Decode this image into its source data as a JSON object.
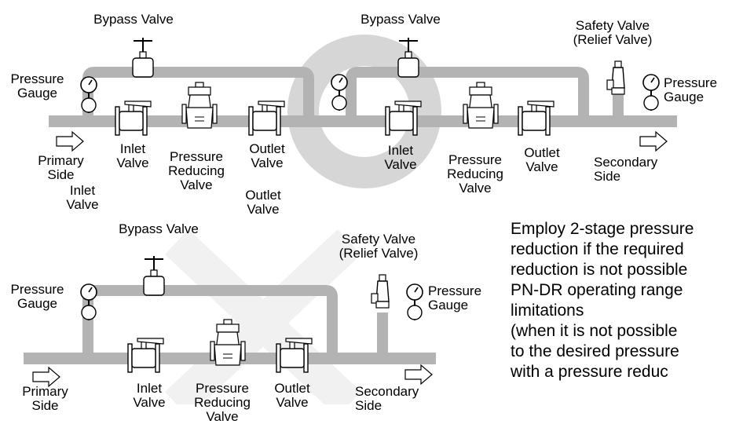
{
  "colors": {
    "pipe": "#b3b3b3",
    "ok_mark": "#d6d6d6",
    "ng_mark": "#f1f1f1",
    "outline": "#000000",
    "body": "#ffffff"
  },
  "top_diagram": {
    "verdict_icon": "circle-ok-icon",
    "labels": {
      "bypass_valve_1": "Bypass Valve",
      "bypass_valve_2": "Bypass Valve",
      "safety_valve": "Safety Valve\n(Relief Valve)",
      "pressure_gauge_1": "Pressure\nGauge",
      "pressure_gauge_2": "Pressure\nGauge",
      "primary_side": "Primary\nSide",
      "inlet_valve_1": "Inlet\nValve",
      "pressure_reducing_valve_1": "Pressure\nReducing\nValve",
      "outlet_valve_1": "Outlet\nValve",
      "inlet_valve_2": "Inlet\nValve",
      "pressure_reducing_valve_2": "Pressure\nReducing\nValve",
      "outlet_valve_2": "Outlet\nValve",
      "secondary_side": "Secondary\nSide"
    }
  },
  "bottom_diagram": {
    "verdict_icon": "cross-ng-icon",
    "labels": {
      "bypass_valve": "Bypass Valve",
      "safety_valve": "Safety Valve\n(Relief Valve)",
      "pressure_gauge_1": "Pressure\nGauge",
      "pressure_gauge_2": "Pressure\nGauge",
      "primary_side": "Primary\nSide",
      "inlet_valve": "Inlet\nValve",
      "pressure_reducing_valve": "Pressure\nReducing\nValve",
      "outlet_valve": "Outlet\nValve",
      "secondary_side": "Secondary\nSide"
    }
  },
  "stray_labels": {
    "inlet_valve": "Inlet\nValve",
    "outlet_valve": "Outlet\nValve"
  },
  "note": "Employ 2-stage pressure\nreduction if the required\nreduction is not possible\nPN-DR operating range\nlimitations\n(when it is not possible\nto the desired pressure\nwith a pressure reduc"
}
